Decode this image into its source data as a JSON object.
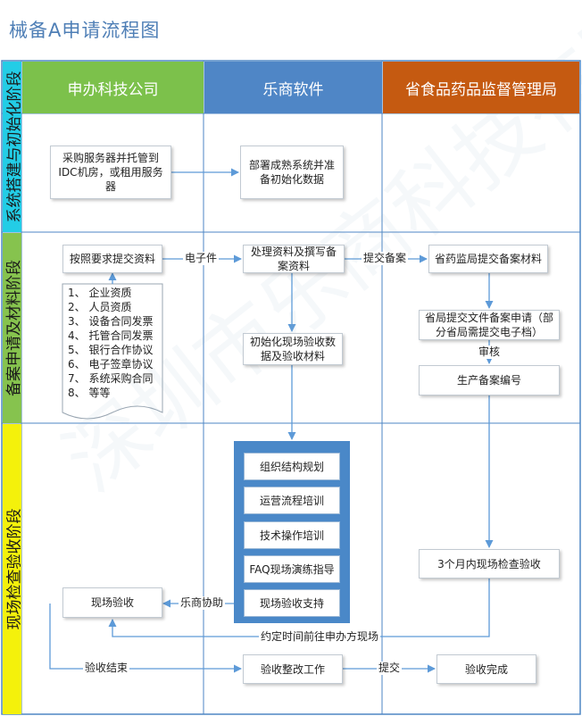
{
  "title": "械备A申请流程图",
  "watermark": "深圳市乐商科技有限公司",
  "colors": {
    "lane_company": "#7cc14b",
    "lane_software": "#4f86c6",
    "lane_bureau": "#c55a11",
    "phase_1": "#23cde6",
    "phase_2": "#86c34e",
    "phase_3": "#f4f10b",
    "training_frame": "#4a88c8"
  },
  "lanes": [
    "申办科技公司",
    "乐商软件",
    "省食品药品监督管理局"
  ],
  "phases": [
    "系统搭建与初始化阶段",
    "备案申请及材料阶段",
    "现场检查验收阶段"
  ],
  "nodes": {
    "buy_server": "采购服务器并托管到IDC机房，或租用服务器",
    "deploy": "部署成熟系统并准备初始化数据",
    "submit_docs": "按照要求提交资料",
    "process_docs": "处理资料及撰写备案资料",
    "province_submit": "省药监局提交备案材料",
    "init_check": "初始化现场验收数据及验收材料",
    "province_file": "省局提交文件备案申请（部分省局需提交电子档）",
    "prod_no": "生产备案编号",
    "onsite_accept": "现场验收",
    "inspection": "3个月内现场检查验收",
    "fix_work": "验收整改工作",
    "done": "验收完成"
  },
  "doc_list": [
    "1、 企业资质",
    "2、 人员资质",
    "3、 设备合同发票",
    "4、 托管合同发票",
    "5、 银行合作协议",
    "6、 电子签章协议",
    "7、 系统采购合同",
    "8、 等等"
  ],
  "training": [
    "组织结构规划",
    "运营流程培训",
    "技术操作培训",
    "FAQ现场演练指导",
    "现场验收支持"
  ],
  "edge_labels": {
    "e_mail": "电子件",
    "e_submit": "提交备案",
    "e_review": "审核",
    "e_help": "乐商协助",
    "e_appoint": "约定时间前往申办方现场",
    "e_end": "验收结束",
    "e_submit2": "提交"
  }
}
